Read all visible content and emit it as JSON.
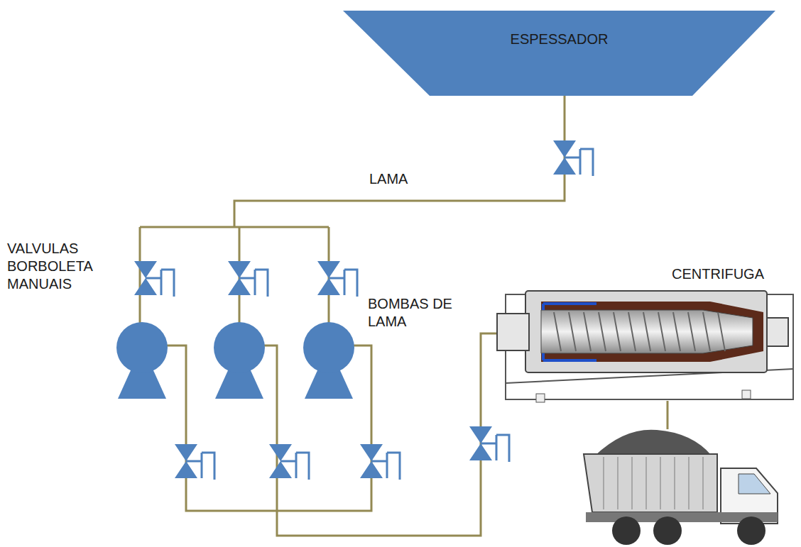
{
  "diagram": {
    "nodes": [
      {
        "text": [
          "ESPESSADOR"
        ]
      }
    ],
    "labels": [
      "LAMA",
      "VALVULAS BORBOLETA MANUAIS",
      "BOMBAS DE LAMA",
      "CENTRIFUGA"
    ]
  }
}
